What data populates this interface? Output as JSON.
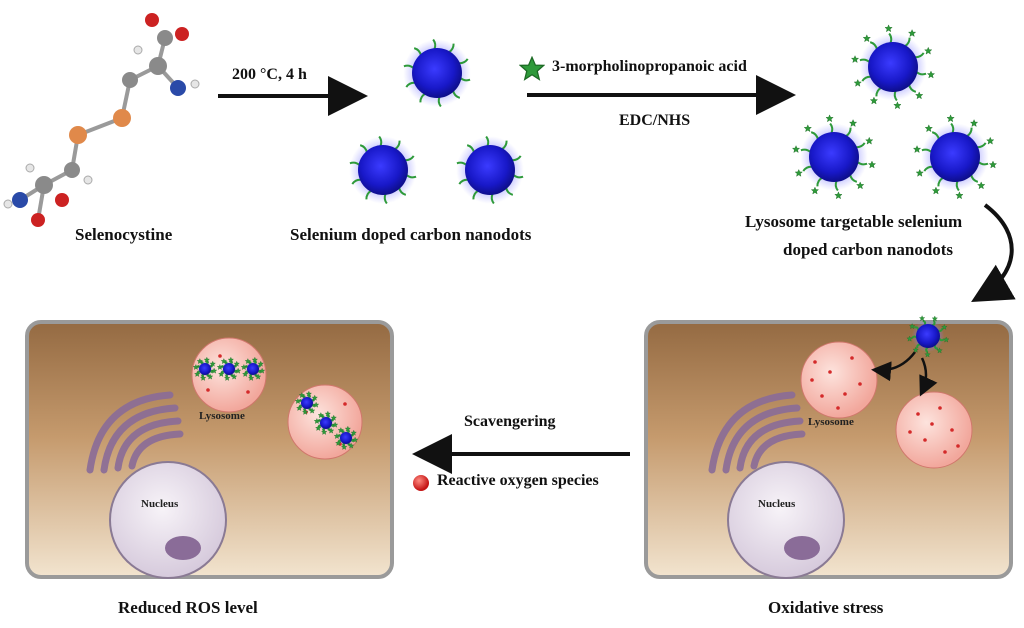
{
  "molecule": {
    "label": "Selenocystine"
  },
  "step1": {
    "condition": "200 °C, 4 h"
  },
  "nanodots": {
    "label": "Selenium doped carbon nanodots"
  },
  "step2": {
    "reagent": "3-morpholinopropanoic acid",
    "coupling": "EDC/NHS"
  },
  "targeted": {
    "label_line1": "Lysosome targetable selenium",
    "label_line2": "doped carbon nanodots"
  },
  "left_cell": {
    "lysosome_label": "Lysosome",
    "nucleus_label": "Nucleus",
    "caption": "Reduced ROS level"
  },
  "right_cell": {
    "lysosome_label": "Lysosome",
    "nucleus_label": "Nucleus",
    "caption": "Oxidative stress"
  },
  "process": {
    "label": "Scavengering",
    "legend": "Reactive oxygen species"
  },
  "colors": {
    "dot_core": "#1c1ccf",
    "dot_glow": "#5a5aff",
    "ligand_green": "#2e9a3a",
    "cell_bg_top": "#9a7148",
    "ros_red": "#d42a2a",
    "lysosome_pink": "#f6b9b0",
    "nucleus": "#e9e2ee",
    "golgi": "#8a6c98"
  }
}
